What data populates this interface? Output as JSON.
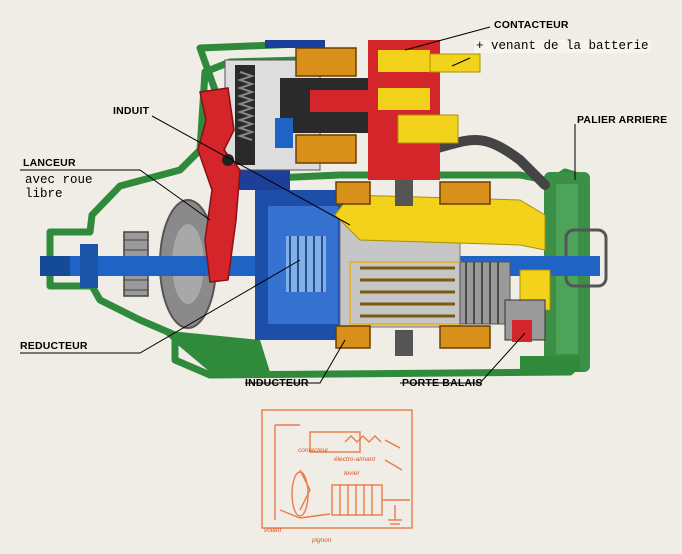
{
  "labels": {
    "contacteur": "CONTACTEUR",
    "battery": "+ venant de la batterie",
    "induit": "INDUIT",
    "palier_arriere": "PALIER ARRIERE",
    "lanceur": "LANCEUR",
    "roue_libre_1": "avec roue",
    "roue_libre_2": "libre",
    "reducteur": "REDUCTEUR",
    "inducteur": "INDUCTEUR",
    "porte_balais": "PORTE BALAIS"
  },
  "schematic": {
    "contacteur": "contacteur",
    "electro_aimant": "électro-aimant",
    "levier": "levier",
    "volant": "volant",
    "pignon": "pignon"
  },
  "colors": {
    "background": "#f0ede6",
    "housing_green": "#2f8a3c",
    "shaft_blue": "#1f63c4",
    "lever_red": "#d4252b",
    "contact_yellow": "#f2d21a",
    "armature_gray": "#8c8c8c",
    "winding_orange": "#d9901a",
    "schematic_orange": "#ec7a4a"
  }
}
